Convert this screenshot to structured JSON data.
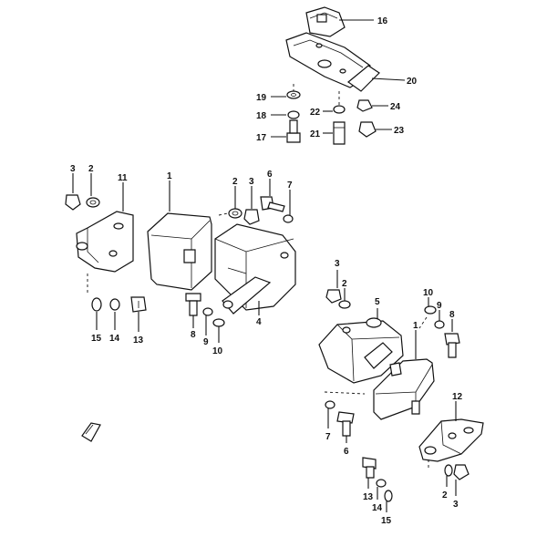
{
  "diagram": {
    "labels": [
      "1",
      "2",
      "3",
      "4",
      "5",
      "6",
      "7",
      "8",
      "9",
      "10",
      "11",
      "12",
      "13",
      "14",
      "15",
      "16",
      "17",
      "18",
      "19",
      "20",
      "21",
      "22",
      "23",
      "24"
    ],
    "colors": {
      "highlight": "#f5e800",
      "line": "#111111",
      "background": "#ffffff"
    }
  }
}
